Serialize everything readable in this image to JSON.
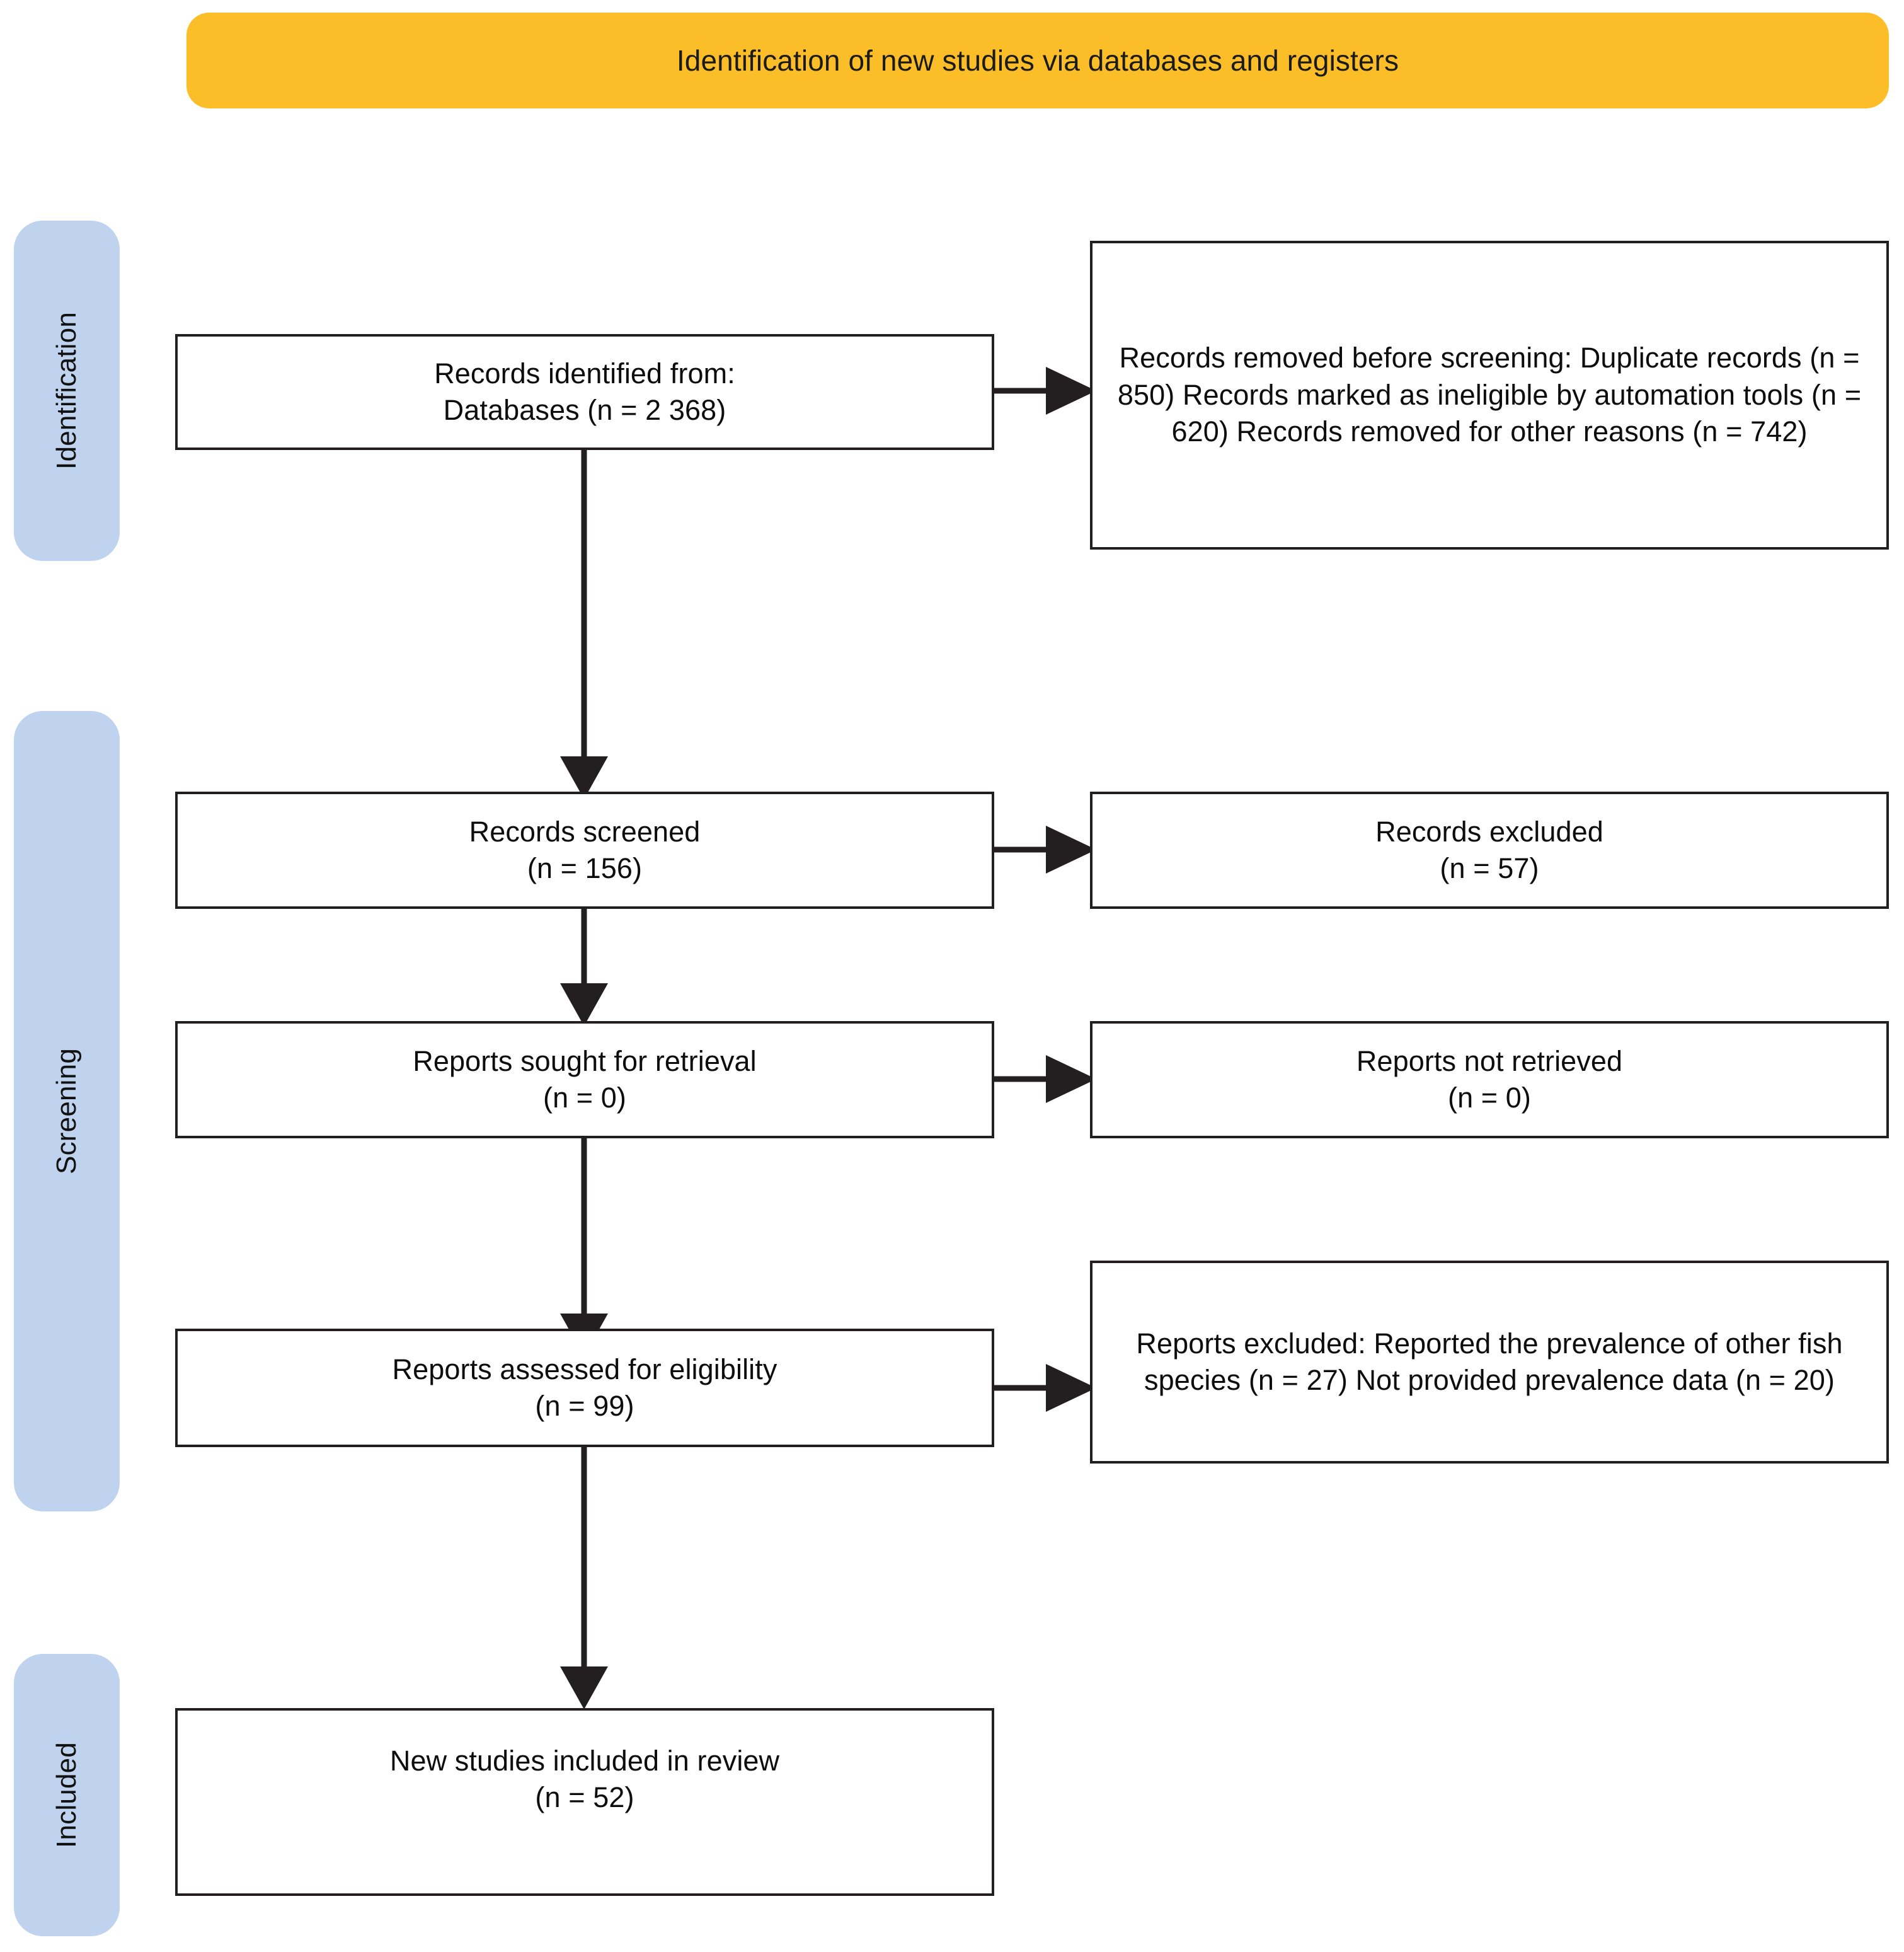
{
  "diagram": {
    "type": "prisma-flow-diagram",
    "banner": {
      "title": "Identification of new studies via databases and registers",
      "color": "#FBBE28"
    },
    "stage_color": "#BFD3EE",
    "stages": [
      {
        "id": "identification",
        "label": "Identification"
      },
      {
        "id": "screening",
        "label": "Screening"
      },
      {
        "id": "included",
        "label": "Included"
      }
    ],
    "boxes": {
      "records_identified": {
        "name": "records-identified-box",
        "text": "Records identified from:\nDatabases (n = 2 368)",
        "lines": [
          "Records identified from:",
          "Databases (n = 2 368)"
        ],
        "value": 2368
      },
      "records_removed": {
        "name": "records-removed-box",
        "text": "Records removed before screening:\nDuplicate records (n = 850)\nRecords marked as ineligible by automation tools (n = 620)\nRecords removed for other reasons (n = 742)",
        "lines": [
          "Records removed before screening:",
          "Duplicate records (n = 850)",
          "Records marked as ineligible by automation tools (n = 620)",
          "Records removed for other reasons (n = 742)"
        ],
        "duplicate_records": 850,
        "ineligible_automation": 620,
        "other_reasons": 742
      },
      "records_screened": {
        "name": "records-screened-box",
        "text": "Records screened\n(n = 156)",
        "lines": [
          "Records screened",
          "(n = 156)"
        ],
        "value": 156
      },
      "records_excluded": {
        "name": "records-excluded-box",
        "text": "Records excluded\n(n = 57)",
        "lines": [
          "Records excluded",
          "(n = 57)"
        ],
        "value": 57
      },
      "reports_sought": {
        "name": "reports-sought-box",
        "text": "Reports sought for retrieval\n(n = 0)",
        "lines": [
          "Reports sought for retrieval",
          "(n = 0)"
        ],
        "value": 0
      },
      "reports_not_retrieved": {
        "name": "reports-not-retrieved-box",
        "text": "Reports not retrieved\n(n = 0)",
        "lines": [
          "Reports not retrieved",
          "(n = 0)"
        ],
        "value": 0
      },
      "reports_assessed": {
        "name": "reports-assessed-box",
        "text": "Reports assessed for eligibility\n(n = 99)",
        "lines": [
          "Reports assessed for eligibility",
          "(n = 99)"
        ],
        "value": 99
      },
      "reports_excluded": {
        "name": "reports-excluded-box",
        "text": "Reports excluded:\nReported the prevalence of other fish species (n =  27)\nNot provided prevalence data (n =  20)",
        "lines": [
          "Reports excluded:",
          "Reported the prevalence of other fish species (n =  27)",
          "Not provided prevalence data (n =  20)"
        ],
        "other_fish_species": 27,
        "no_prevalence_data": 20
      },
      "new_studies_included": {
        "name": "new-studies-included-box",
        "text": "New studies included in review\n(n = 52)",
        "lines": [
          "New studies included in review",
          "(n = 52)"
        ],
        "value": 52
      }
    },
    "flow": [
      {
        "from": "records_identified",
        "to": "records_removed",
        "direction": "right"
      },
      {
        "from": "records_identified",
        "to": "records_screened",
        "direction": "down"
      },
      {
        "from": "records_screened",
        "to": "records_excluded",
        "direction": "right"
      },
      {
        "from": "records_screened",
        "to": "reports_sought",
        "direction": "down"
      },
      {
        "from": "reports_sought",
        "to": "reports_not_retrieved",
        "direction": "right"
      },
      {
        "from": "reports_sought",
        "to": "reports_assessed",
        "direction": "down"
      },
      {
        "from": "reports_assessed",
        "to": "reports_excluded",
        "direction": "right"
      },
      {
        "from": "reports_assessed",
        "to": "new_studies_included",
        "direction": "down"
      }
    ]
  }
}
